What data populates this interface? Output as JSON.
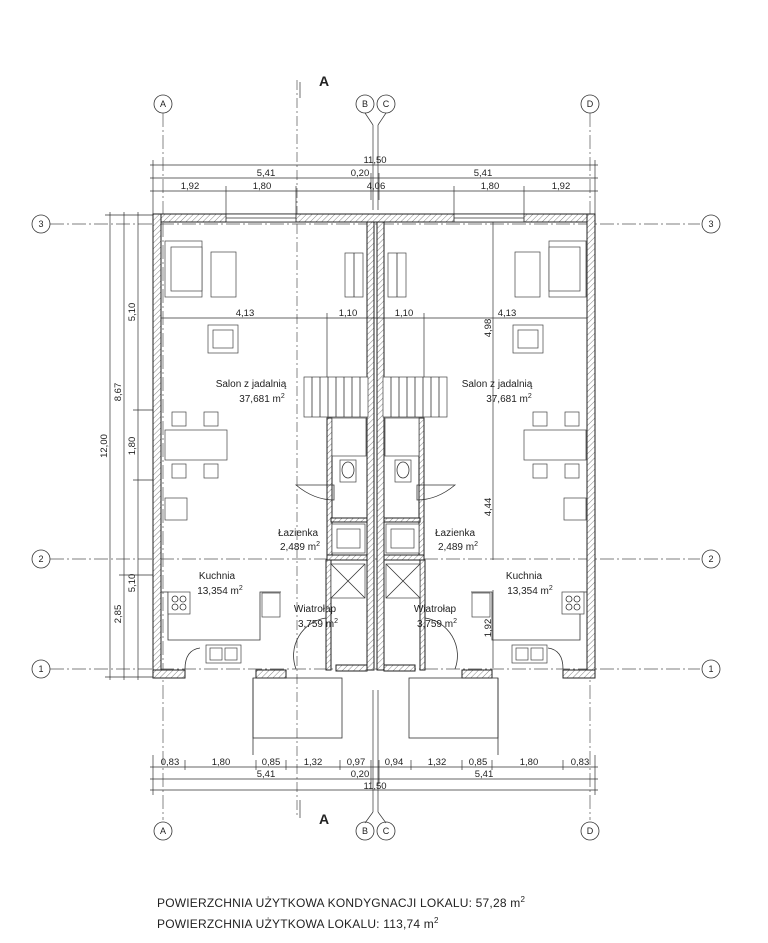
{
  "section_marks": {
    "top": "A",
    "bottom": "A"
  },
  "axes": {
    "vertical": [
      "A",
      "B",
      "C",
      "D"
    ],
    "horizontal": [
      "3",
      "2",
      "1"
    ]
  },
  "dims_top": {
    "overall": "11,50",
    "half_left": "5,41",
    "middle": "0,20",
    "half_right": "5,41",
    "seg_l1": "1,92",
    "seg_l2": "1,80",
    "seg_mid": "4,06",
    "seg_r2": "1,80",
    "seg_r1": "1,92"
  },
  "dims_bottom": {
    "segments": [
      "0,83",
      "1,80",
      "0,85",
      "1,32",
      "0,97",
      "0,94",
      "1,32",
      "0,85",
      "1,80",
      "0,83"
    ],
    "half_left": "5,41",
    "middle": "0,20",
    "half_right": "5,41",
    "overall": "11,50"
  },
  "dims_left": {
    "overall": "12,00",
    "mid": "8,67",
    "seg_top": "5,10",
    "seg_table": "1,80",
    "seg_low1": "5,10",
    "seg_low2": "2,85"
  },
  "dims_inner": {
    "left_living_width": "4,13",
    "left_stair": "1,10",
    "right_stair": "1,10",
    "right_living_width": "4,13",
    "right_height_upper": "4,98",
    "right_height_lower": "4,44",
    "right_vestibule": "1,92"
  },
  "rooms": {
    "left_living": {
      "name": "Salon z jadalnią",
      "area": "37,681 m",
      "sup": "2"
    },
    "right_living": {
      "name": "Salon z jadalnią",
      "area": "37,681 m",
      "sup": "2"
    },
    "left_bath": {
      "name": "Łazienka",
      "area": "2,489 m",
      "sup": "2"
    },
    "right_bath": {
      "name": "Łazienka",
      "area": "2,489 m",
      "sup": "2"
    },
    "left_kitchen": {
      "name": "Kuchnia",
      "area": "13,354 m",
      "sup": "2"
    },
    "right_kitchen": {
      "name": "Kuchnia",
      "area": "13,354 m",
      "sup": "2"
    },
    "left_vestibule": {
      "name": "Wiatrołap",
      "area": "3,759 m",
      "sup": "2"
    },
    "right_vestibule": {
      "name": "Wiatrołap",
      "area": "3,759 m",
      "sup": "2"
    }
  },
  "footer": {
    "line1": "POWIERZCHNIA UŻYTKOWA KONDYGNACJI LOKALU: 57,28 m",
    "line1_sup": "2",
    "line2": "POWIERZCHNIA UŻYTKOWA LOKALU: 113,74 m",
    "line2_sup": "2"
  }
}
